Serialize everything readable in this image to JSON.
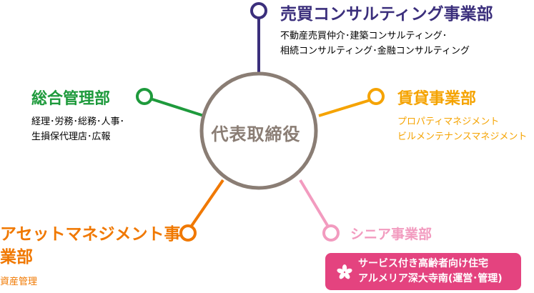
{
  "center": {
    "label": "代表取締役",
    "color": "#8a7d74"
  },
  "departments": {
    "sales": {
      "title": "売買コンサルティング事業部",
      "lines": [
        "不動産売買仲介･建築コンサルティング･",
        "相続コンサルティング･金融コンサルティング"
      ],
      "color": "#3b2f7c"
    },
    "admin": {
      "title": "総合管理部",
      "lines": [
        "経理･労務･総務･人事･",
        "生損保代理店･広報"
      ],
      "color": "#1e9a3c"
    },
    "rental": {
      "title": "賃貸事業部",
      "lines": [
        "プロパティマネジメント",
        "ビルメンテナンスマネジメント"
      ],
      "color": "#f5a300"
    },
    "asset": {
      "title": "アセットマネジメント事業部",
      "lines": [
        "資産管理"
      ],
      "color": "#f07800"
    },
    "senior": {
      "title": "シニア事業部",
      "box_lines": [
        "サービス付き高齢者向け住宅",
        "アルメリア深大寺南(運営･管理)"
      ],
      "color": "#f29bbf",
      "box_color": "#e4437f",
      "icon": "flower-icon"
    }
  }
}
